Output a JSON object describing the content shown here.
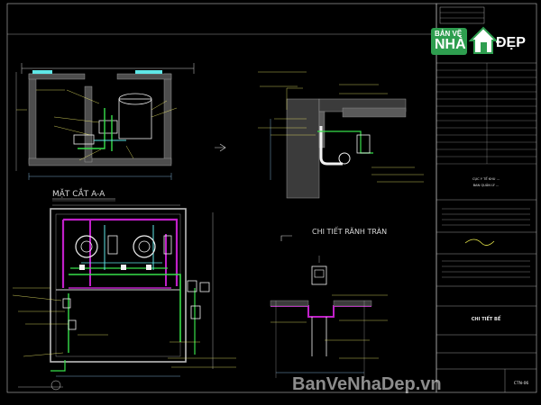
{
  "drawing": {
    "section_title": "MẶT CẮT A-A",
    "detail_title": "CHI TIẾT RÃNH TRÀN",
    "section_marker": "A"
  },
  "title_block": {
    "project_notes": [
      "CỤC Y TẾ KHU ...",
      "BAN QUẢN LÝ ..."
    ],
    "sheet_label": "CHI TIẾT BỂ",
    "sheet_code": "CTN-06"
  },
  "logo": {
    "top_text": "BẢN VẼ",
    "brand_left": "NHÀ",
    "brand_right": "ĐẸP"
  },
  "watermark": "BanVeNhaDep.vn",
  "colors": {
    "background": "#000000",
    "frame": "#c8c8c8",
    "wall_hatch": "#8a8a8a",
    "pipe_magenta": "#c020c8",
    "pipe_green": "#37e04a",
    "pipe_cyan": "#5fe6e6",
    "pump_white": "#f2f2f2",
    "annotation_yellow": "#f4f06a",
    "dimension_blue": "#9bd3ff",
    "logo_green": "#2e9e4f"
  }
}
